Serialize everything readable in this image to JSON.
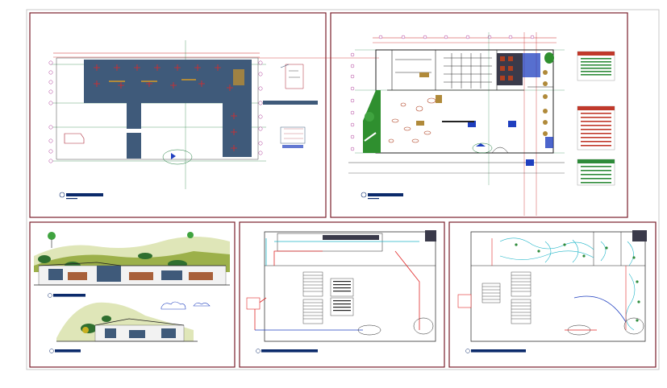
{
  "sheet": {
    "title": "",
    "colors": {
      "frame": "#7a1f2b",
      "roof_fill": "#3f5a7a",
      "grid_line": "#1a7a3a",
      "axis_bubble": "#b03a9a",
      "wall": "#222222",
      "dimension": "#cc2222",
      "title_bar": "#0b2a6b",
      "table_header": "#c0392b",
      "table_green": "#2e8b3a",
      "tree_green": "#2f8f2f",
      "electrical_cyan": "#1fb5c8",
      "plumbing_blue": "#1f3fbf"
    }
  },
  "panels": [
    {
      "id": "roof-plan",
      "title_label": "",
      "icon": "roof-plan-drawing"
    },
    {
      "id": "floor-plan",
      "title_label": "",
      "icon": "floor-plan-drawing"
    },
    {
      "id": "elevations",
      "title_label": "",
      "icon": "elevation-drawing"
    },
    {
      "id": "plumbing-plan",
      "title_label": "",
      "icon": "plumbing-plan-drawing"
    },
    {
      "id": "electrical-plan",
      "title_label": "",
      "icon": "electrical-plan-drawing"
    }
  ],
  "schedules": [
    {
      "id": "schedule-top",
      "header_color": "#c0392b",
      "row_color": "#2e8b3a"
    },
    {
      "id": "schedule-middle",
      "header_color": "#c0392b",
      "row_color": "#c0392b"
    },
    {
      "id": "schedule-bottom",
      "header_color": "#2e8b3a",
      "row_color": "#2e8b3a"
    }
  ]
}
